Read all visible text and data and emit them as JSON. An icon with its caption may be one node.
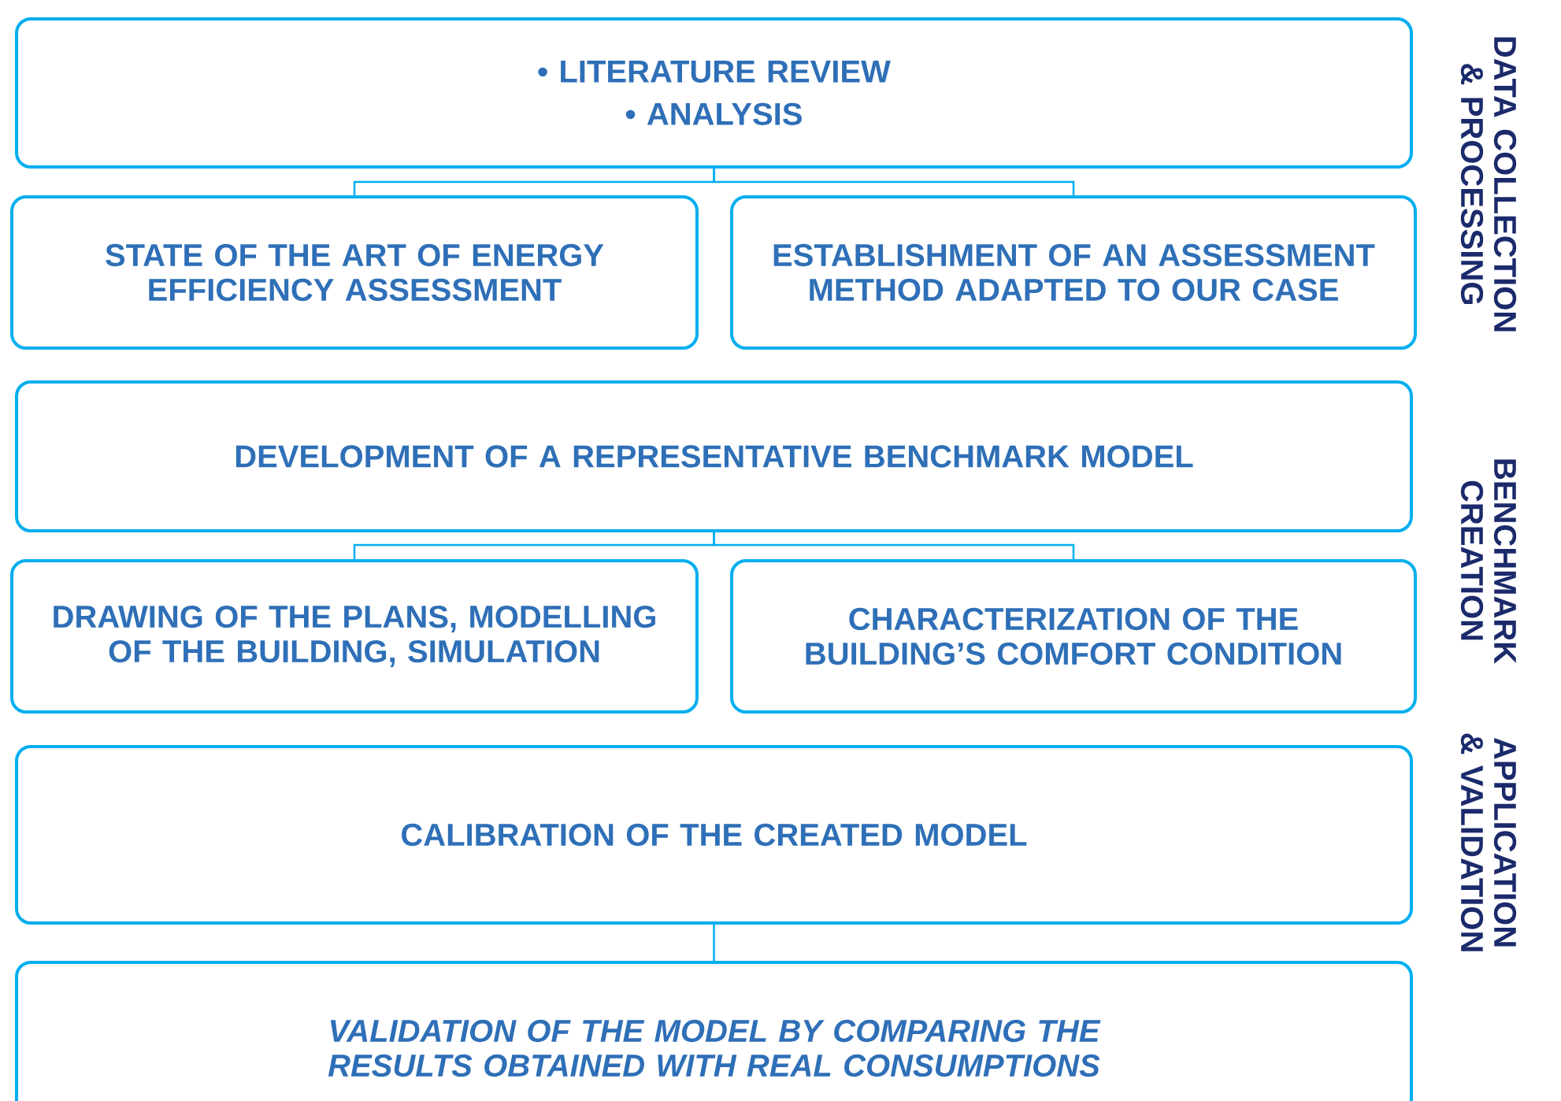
{
  "diagram": {
    "nodes": [
      {
        "text": [
          "• LITERATURE REVIEW",
          "• ANALYSIS"
        ]
      },
      {
        "text": [
          "STATE OF THE ART OF ENERGY EFFICIENCY ASSESSMENT"
        ]
      },
      {
        "text": [
          "ESTABLISHMENT OF AN ASSESSMENT METHOD ADAPTED TO OUR CASE"
        ]
      },
      {
        "text": [
          "DEVELOPMENT OF A REPRESENTATIVE BENCHMARK MODEL"
        ]
      },
      {
        "text": [
          "DRAWING OF THE PLANS, MODELLING OF THE BUILDING, SIMULATION"
        ]
      },
      {
        "text": [
          "CHARACTERIZATION OF THE BUILDING’S COMFORT CONDITION"
        ]
      },
      {
        "text": [
          "CALIBRATION OF THE CREATED MODEL"
        ]
      },
      {
        "text": [
          "*VALIDATION OF THE MODEL BY COMPARING THE RESULTS OBTAINED WITH REAL CONSUMPTIONS*"
        ]
      }
    ],
    "edges": [
      {
        "from": 0,
        "to": 1,
        "arrow": "none"
      },
      {
        "from": 0,
        "to": 2,
        "arrow": "none"
      },
      {
        "from": 3,
        "to": 4,
        "arrow": "none"
      },
      {
        "from": 3,
        "to": 5,
        "arrow": "none"
      },
      {
        "from": 6,
        "to": 7,
        "arrow": "none"
      }
    ],
    "labels": [
      "DATA COLLECTION & PROCESSING",
      "BENCHMARK CREATION",
      "APPLICATION & VALIDATION"
    ]
  }
}
